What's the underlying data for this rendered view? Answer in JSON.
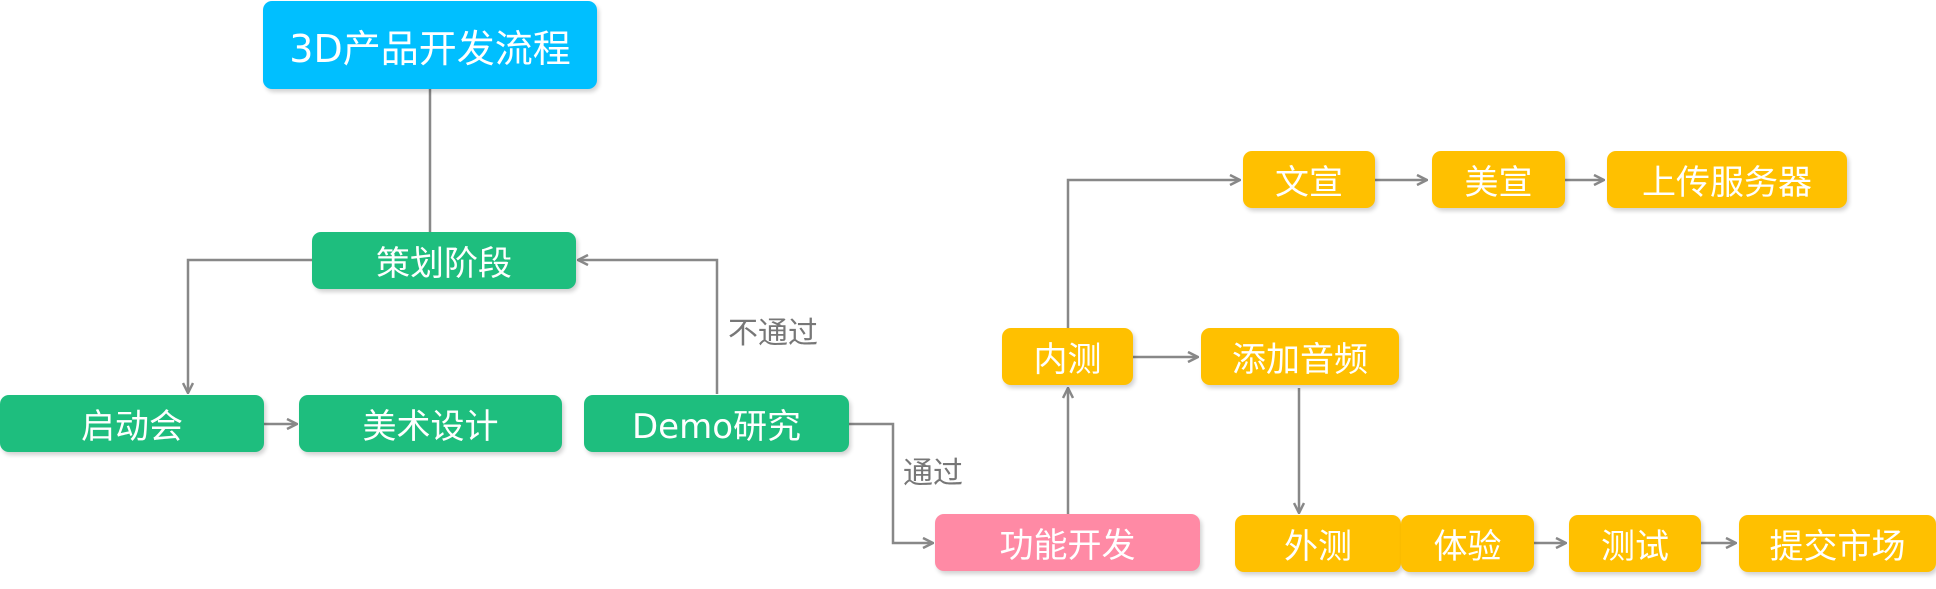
{
  "colors": {
    "title": "#00BFFF",
    "planning": "#1EBE7E",
    "development": "#FF8AA5",
    "testing": "#FFC000",
    "connector": "#888888",
    "connector_label": "#777777"
  },
  "nodes": {
    "title": "3D产品开发流程",
    "planning_stage": "策划阶段",
    "kickoff": "启动会",
    "art_design": "美术设计",
    "demo_research": "Demo研究",
    "feature_dev": "功能开发",
    "internal_test": "内测",
    "copywriting": "文宣",
    "art_promo": "美宣",
    "upload_server": "上传服务器",
    "add_audio": "添加音频",
    "external_test": "外测",
    "experience": "体验",
    "testing": "测试",
    "submit_market": "提交市场"
  },
  "edge_labels": {
    "fail": "不通过",
    "pass": "通过"
  }
}
